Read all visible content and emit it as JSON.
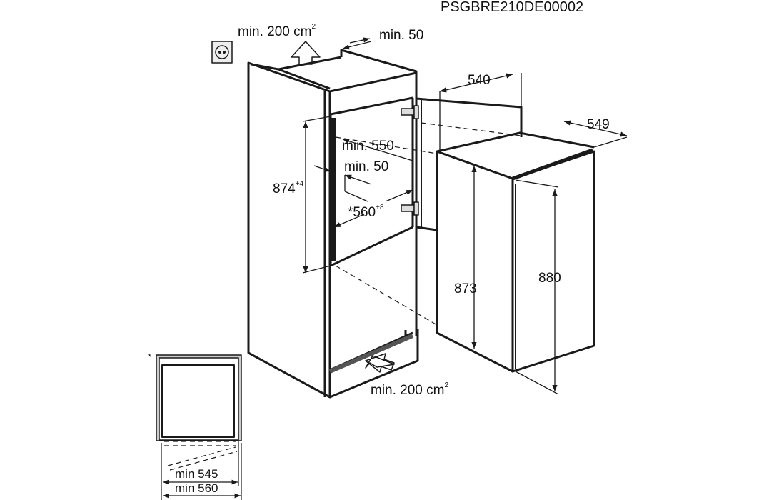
{
  "code": "PSGBRE210DE00002",
  "labels": {
    "top_vent": "min. 200 cm",
    "top_vent_sup": "2",
    "top_gap": "min. 50",
    "depth_min": "min. 550",
    "rear_gap": "min. 50",
    "niche_height": "874",
    "niche_height_tol": "+4",
    "niche_width": "*560",
    "niche_width_tol": "+8",
    "appliance_width": "540",
    "appliance_depth": "549",
    "appliance_body_height": "873",
    "appliance_height": "880",
    "bottom_vent": "min. 200 cm",
    "bottom_vent_sup": "2",
    "asterisk": "*",
    "plan_min_545": "min 545",
    "plan_min_560": "min 560"
  },
  "colors": {
    "line": "#1a1a1a",
    "shade": "#bbbbbb"
  }
}
